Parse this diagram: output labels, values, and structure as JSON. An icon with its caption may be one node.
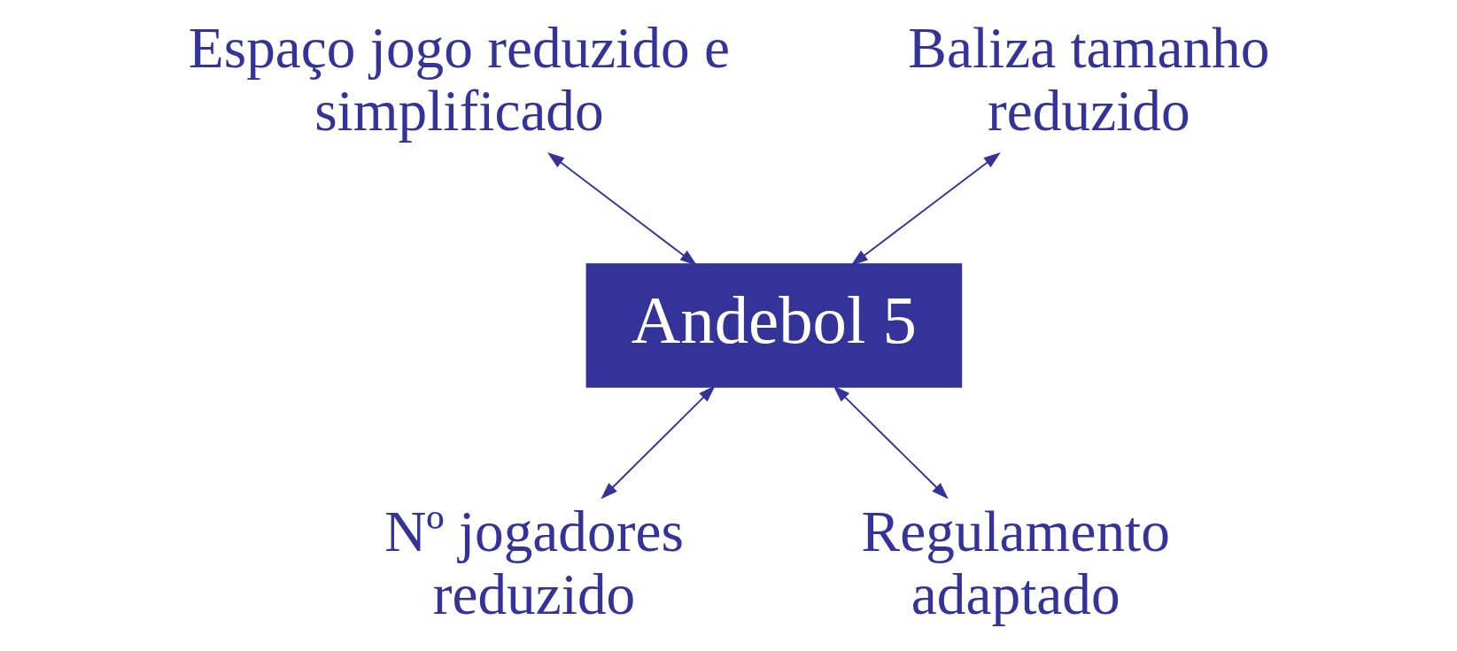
{
  "diagram": {
    "nodes": [
      {
        "text": [
          "Espaço jogo reduzido e simplificado"
        ]
      },
      {
        "text": [
          "Baliza tamanho reduzido"
        ]
      },
      {
        "text": [
          "Andebol 5"
        ]
      },
      {
        "text": [
          "Nº jogadores reduzido"
        ]
      },
      {
        "text": [
          "Regulamento adaptado"
        ]
      }
    ],
    "edges": [
      {
        "from": 0,
        "to": 2,
        "arrow": "both"
      },
      {
        "from": 1,
        "to": 2,
        "arrow": "both"
      },
      {
        "from": 2,
        "to": 3,
        "arrow": "both"
      },
      {
        "from": 2,
        "to": 4,
        "arrow": "both"
      }
    ]
  }
}
